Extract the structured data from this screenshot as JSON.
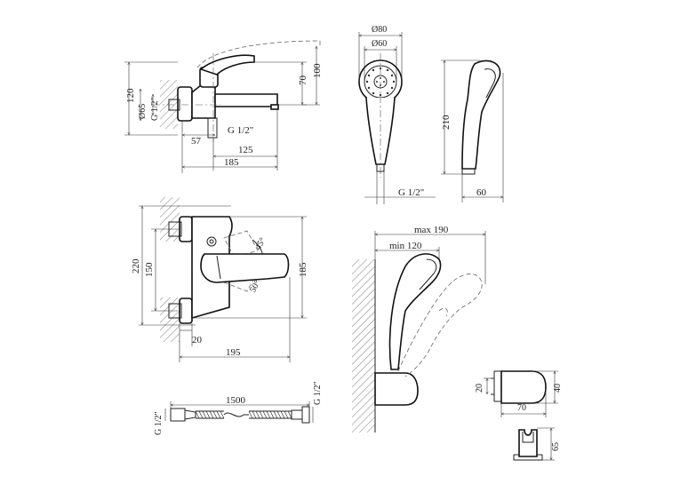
{
  "labels": {
    "side_height_120": "120",
    "side_d65": "Ø65",
    "side_thread": "G 1/2\"",
    "side_height_100": "100",
    "side_height_70": "70",
    "side_57": "57",
    "side_thread_2": "G 1/2\"",
    "side_125": "125",
    "side_185": "185",
    "head_d80": "Ø80",
    "head_d60": "Ø60",
    "head_thread": "G 1/2\"",
    "head_len_210": "210",
    "head_width_60": "60",
    "front_220": "220",
    "front_150": "150",
    "front_185": "185",
    "front_angle_45": "45°",
    "front_angle_50": "50°",
    "front_20": "20",
    "front_195": "195",
    "hose_1500": "1500",
    "hose_thread_left": "G 1/2\"",
    "hose_thread_right": "G 1/2\"",
    "holder_max": "max 190",
    "holder_min": "min 120",
    "bracket_20": "20",
    "bracket_40": "40",
    "bracket_70": "70",
    "bracket_65": "65"
  }
}
